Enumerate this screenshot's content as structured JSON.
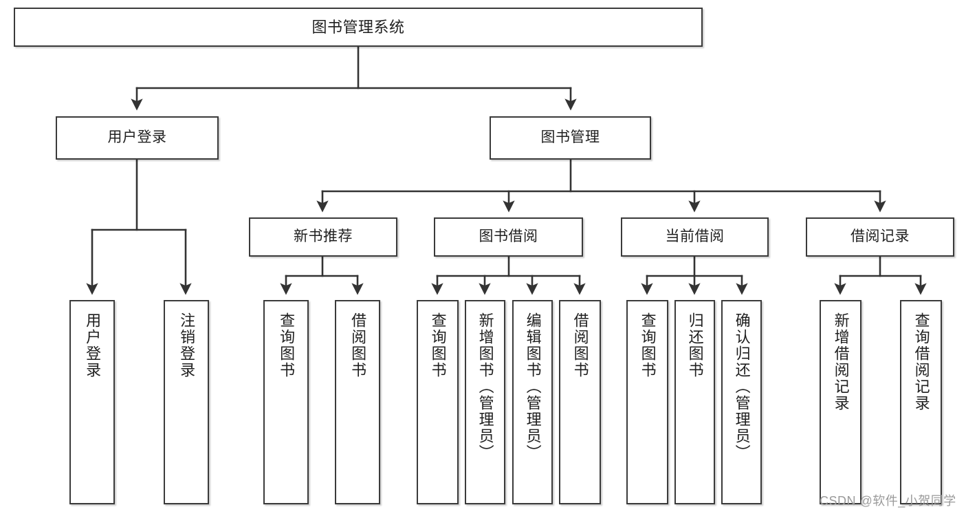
{
  "diagram": {
    "title": "图书管理系统",
    "type": "tree-hierarchy",
    "root": {
      "label": "图书管理系统"
    },
    "level2": [
      {
        "label": "用户登录"
      },
      {
        "label": "图书管理"
      }
    ],
    "level3": [
      {
        "label": "新书推荐"
      },
      {
        "label": "图书借阅"
      },
      {
        "label": "当前借阅"
      },
      {
        "label": "借阅记录"
      }
    ],
    "leaves": {
      "user_login": [
        {
          "label": "用户登录"
        },
        {
          "label": "注销登录"
        }
      ],
      "new_book_recommend": [
        {
          "label": "查询图书"
        },
        {
          "label": "借阅图书"
        }
      ],
      "book_borrow": [
        {
          "label": "查询图书"
        },
        {
          "label": "新增图书（管理员）"
        },
        {
          "label": "编辑图书（管理员）"
        },
        {
          "label": "借阅图书"
        }
      ],
      "current_borrow": [
        {
          "label": "查询图书"
        },
        {
          "label": "归还图书"
        },
        {
          "label": "确认归还（管理员）"
        }
      ],
      "borrow_record": [
        {
          "label": "新增借阅记录"
        },
        {
          "label": "查询借阅记录"
        }
      ]
    }
  },
  "watermark": {
    "text": "CSDN @软件_小贺同学"
  },
  "colors": {
    "box_border": "#3a3a3a",
    "box_fill": "#ffffff",
    "edge": "#333333",
    "text": "#1f1f1f",
    "watermark": "#9a9a9a"
  }
}
